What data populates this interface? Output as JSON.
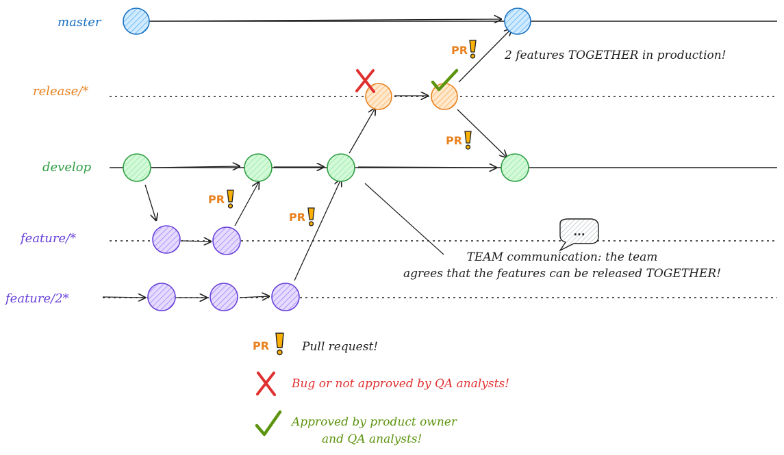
{
  "branches": {
    "master": "master",
    "release": "release/*",
    "develop": "develop",
    "feature": "feature/*",
    "feature2": "feature/2*"
  },
  "pr_label": "PR",
  "notes": {
    "production": "2 features TOGETHER in production!",
    "team_line1": "TEAM communication: the team",
    "team_line2": "agrees that the features can be released TOGETHER!",
    "speech_bubble": "..."
  },
  "legend": {
    "pull_request": "Pull request!",
    "bug": "Bug or not approved by QA analysts!",
    "approved_line1": "Approved by product owner",
    "approved_line2": "and QA analysts!"
  },
  "colors": {
    "master": "#1971c2",
    "release": "#e8811f",
    "develop": "#2f9e44",
    "feature": "#6741d9",
    "pr": "#e8811f",
    "bug": "#e03131",
    "approved": "#5c940d",
    "text": "#1e1e1e"
  },
  "icons": {
    "pr": "exclamation-icon",
    "bug": "cross-icon",
    "approved": "check-icon",
    "bubble": "speech-bubble-icon"
  }
}
